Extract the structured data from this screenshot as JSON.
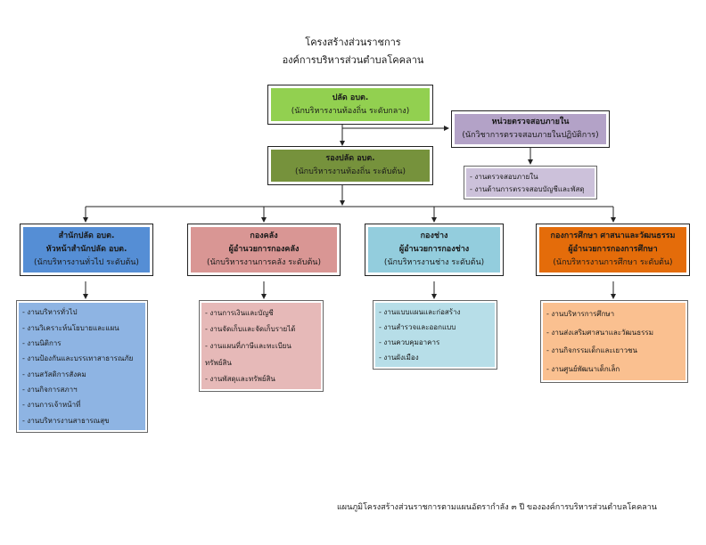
{
  "titles": {
    "line1": "โครงสร้างส่วนราชการ",
    "line2": "องค์การบริหารส่วนตำบลโคคลาน"
  },
  "top": {
    "title": "ปลัด อบต.",
    "subtitle": "(นักบริหารงานท้องถิ่น ระดับกลาง)",
    "color": "#92d050"
  },
  "audit": {
    "title": "หน่วยตรวจสอบภายใน",
    "subtitle": "(นักวิชาการตรวจสอบภายในปฏิบัติการ)",
    "color": "#b3a2c7",
    "items": [
      "-  งานตรวจสอบภายใน",
      "-  งานด้านการตรวจสอบบัญชีและพัสดุ"
    ],
    "list_color": "#ccc1da"
  },
  "deputy": {
    "title": "รองปลัด อบต.",
    "subtitle": "(นักบริหารงานท้องถิ่น ระดับต้น)",
    "color": "#76923c"
  },
  "departments": [
    {
      "lines": [
        "สำนักปลัด อบต.",
        "หัวหน้าสำนักปลัด อบต.",
        "(นักบริหารงานทั่วไป ระดับต้น)"
      ],
      "color": "#558ed5",
      "list_color": "#8eb4e3",
      "items": [
        "- งานบริหารทั่วไป",
        "- งานวิเคราะห์นโยบายและแผน",
        "- งานนิติการ",
        "- งานป้องกันและบรรเทาสาธารณภัย",
        "- งานสวัสดิการสังคม",
        "- งานกิจการสภาฯ",
        "- งานการเจ้าหน้าที่",
        "- งานบริหารงานสาธารณสุข"
      ]
    },
    {
      "lines": [
        "กองคลัง",
        "ผู้อำนวยการกองคลัง",
        "(นักบริหารงานการคลัง ระดับต้น)"
      ],
      "color": "#d99694",
      "list_color": "#e6b9b8",
      "items": [
        "- งานการเงินและบัญชี",
        "- งานจัดเก็บและจัดเก็บรายได้",
        "- งานแผนที่ภาษีและทะเบียน",
        "  ทรัพย์สิน",
        "- งานพัสดุและทรัพย์สิน"
      ]
    },
    {
      "lines": [
        "กองช่าง",
        "ผู้อำนวยการกองช่าง",
        "(นักบริหารงานช่าง ระดับต้น)"
      ],
      "color": "#93cddd",
      "list_color": "#b7dee8",
      "items": [
        "- งานแบบแผนและก่อสร้าง",
        "- งานสำรวจและออกแบบ",
        "- งานควบคุมอาคาร",
        "- งานผังเมือง"
      ]
    },
    {
      "lines": [
        "กองการศึกษา ศาสนาและวัฒนธรรม",
        "ผู้อำนวยการกองการศึกษา",
        "(นักบริหารงานการศึกษา ระดับต้น)"
      ],
      "color": "#e46c0a",
      "list_color": "#fac090",
      "items": [
        "- งานบริหารการศึกษา",
        "- งานส่งเสริมศาสนาและวัฒนธรรม",
        "- งานกิจกรรมเด็กและเยาวชน",
        "- งานศูนย์พัฒนาเด็กเล็ก"
      ]
    }
  ],
  "footer": "แผนภูมิโครงสร้างส่วนราชการตามแผนอัตรากำลัง ๓ ปี ขององค์การบริหารส่วนตำบลโคคลาน"
}
